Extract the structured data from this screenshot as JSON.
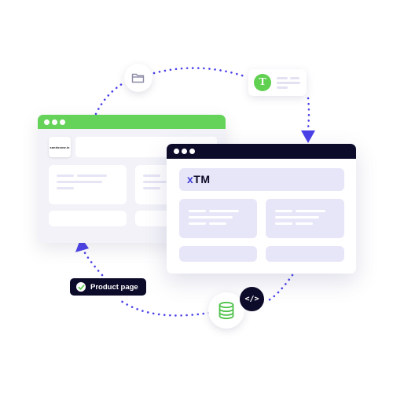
{
  "back_window": {
    "accent": "#65d35a",
    "logo_text": "sandsnow.io"
  },
  "front_window": {
    "accent": "#0d0b2a",
    "logo_prefix": "x",
    "logo_suffix": "TM"
  },
  "badges": {
    "product_page_label": "Product page",
    "text_icon_letter": "T",
    "code_icon_text": "</>"
  },
  "icons": [
    "folder-icon",
    "text-icon",
    "database-icon",
    "code-icon",
    "check-icon",
    "arrow-icon"
  ],
  "colors": {
    "cycle_dots": "#4a40e8",
    "green": "#5fd04f",
    "dark": "#0d0b2a",
    "lavender": "#e7e6f8"
  }
}
